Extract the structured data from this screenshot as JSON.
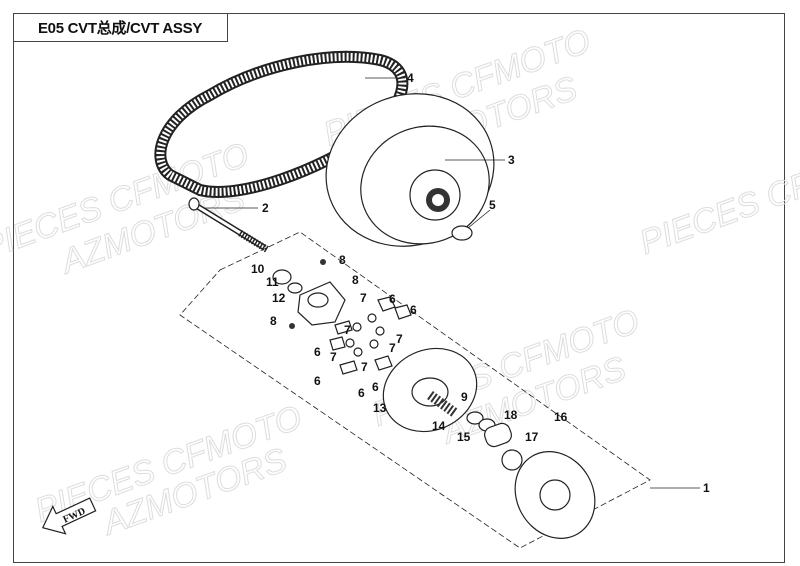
{
  "title": "E05 CVT总成/CVT ASSY",
  "watermarks": [
    "PIECES CFMOTO",
    "AZMOTORS"
  ],
  "fwd_label": "FWD",
  "callouts": [
    "1",
    "2",
    "3",
    "4",
    "5",
    "6",
    "7",
    "8",
    "9",
    "10",
    "11",
    "12",
    "13",
    "14",
    "15",
    "16",
    "17",
    "18"
  ]
}
